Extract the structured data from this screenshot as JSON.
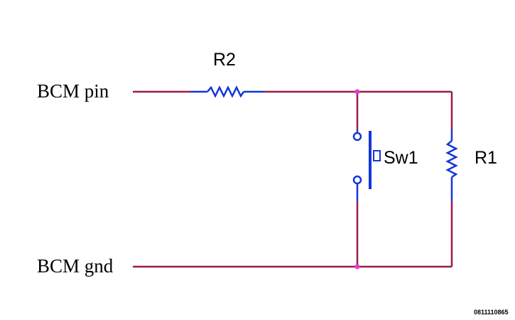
{
  "labels": {
    "bcm_pin": "BCM pin",
    "bcm_gnd": "BCM gnd",
    "r2": "R2",
    "r1": "R1",
    "sw1": "Sw1",
    "ref_code": "0811110865"
  },
  "colors": {
    "wire": "#9b1b4a",
    "component": "#1436d6",
    "node": "#e63bd1",
    "text": "#000000"
  }
}
